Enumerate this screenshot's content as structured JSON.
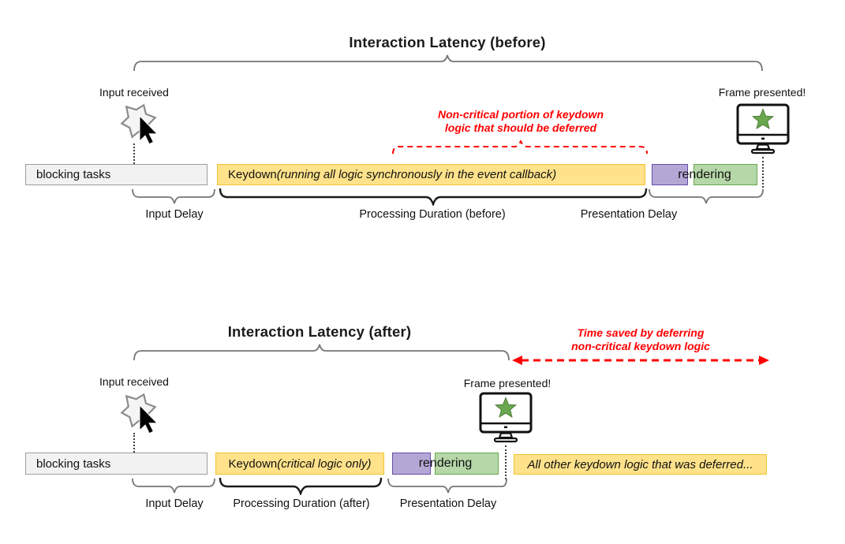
{
  "palette": {
    "yellow_fill": "#ffe28a",
    "yellow_border": "#f1c232",
    "purple_fill": "#b4a7d6",
    "purple_border": "#674ea7",
    "green_fill": "#b6d7a8",
    "green_border": "#6aa84f",
    "gray_fill": "#f2f2f2",
    "gray_border": "#9e9e9e",
    "red_accent": "#ff0000",
    "star_green": "#6aa84f"
  },
  "before": {
    "title": "Interaction Latency (before)",
    "input_received": "Input received",
    "frame_presented": "Frame presented!",
    "note_line1": "Non-critical portion of keydown",
    "note_line2": "logic that should be deferred",
    "bars": {
      "blocking": "blocking tasks",
      "keydown_prefix": "Keydown ",
      "keydown_italic": "(running all logic synchronously in the event callback)",
      "rendering": "rendering"
    },
    "labels": {
      "input_delay": "Input Delay",
      "processing": "Processing Duration (before)",
      "presentation": "Presentation Delay"
    }
  },
  "after": {
    "title": "Interaction Latency (after)",
    "input_received": "Input received",
    "frame_presented": "Frame presented!",
    "note_line1": "Time saved by deferring",
    "note_line2": "non-critical keydown logic",
    "bars": {
      "blocking": "blocking tasks",
      "keydown_prefix": "Keydown ",
      "keydown_italic": "(critical logic only)",
      "rendering": "rendering",
      "deferred": "All other keydown logic that was deferred..."
    },
    "labels": {
      "input_delay": "Input Delay",
      "processing": "Processing Duration (after)",
      "presentation": "Presentation Delay"
    }
  }
}
